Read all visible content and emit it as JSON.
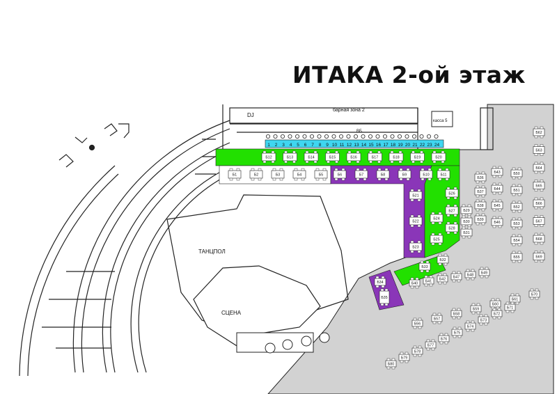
{
  "venue": {
    "title": "ИТАКА 2-ой этаж"
  },
  "zones": {
    "dj": "DJ",
    "bar": "барная зона 2",
    "cashier": "касса 5",
    "vb_row": "ВБ",
    "dancefloor": "ТАНЦПОЛ",
    "stage": "СЦЕНА"
  },
  "colors": {
    "green": "#22e000",
    "purple": "#8a36b8",
    "grey": "#d2d2d2",
    "cyan": "#3fd6f0",
    "line": "#222222"
  },
  "bar_seats": [
    "1",
    "2",
    "3",
    "4",
    "5",
    "6",
    "7",
    "8",
    "9",
    "10",
    "11",
    "12",
    "13",
    "14",
    "15",
    "16",
    "17",
    "18",
    "19",
    "20",
    "21",
    "22",
    "23",
    "24"
  ],
  "tables": {
    "green_row": [
      "Б12",
      "Б13",
      "Б14",
      "Б15",
      "Б16",
      "Б17",
      "Б18",
      "Б19",
      "Б20"
    ],
    "white_row": [
      "Б1",
      "Б2",
      "Б3",
      "Б4",
      "Б5"
    ],
    "purple_row": [
      "Б6",
      "Б7",
      "Б8",
      "Б9",
      "Б10"
    ],
    "b11": "Б11",
    "purple_col": [
      "Б21",
      "Б22",
      "Б23"
    ],
    "green_col": [
      "Б24",
      "Б25"
    ],
    "green_col2": [
      "Б26",
      "Б27",
      "Б28"
    ],
    "green_pair": [
      "Б33",
      "Б32"
    ],
    "purple_34_35": [
      "Б34",
      "Б35"
    ],
    "grey_col1": [
      "Б29",
      "Б30",
      "Б31"
    ],
    "grey_col2": [
      "Б36",
      "Б37",
      "Б38",
      "Б39"
    ],
    "grey_col3": [
      "Б43",
      "Б44",
      "Б45",
      "Б46"
    ],
    "grey_col4": [
      "Б50",
      "Б51",
      "Б52",
      "Б53",
      "Б54",
      "Б55"
    ],
    "grey_col5": [
      "Б62",
      "Б63",
      "Б64",
      "Б65",
      "Б66",
      "Б67",
      "Б68",
      "Б69"
    ],
    "grey_diag1": [
      "Б40",
      "Б41",
      "Б42",
      "Б47",
      "Б48",
      "Б49"
    ],
    "grey_diag2": [
      "Б56",
      "Б57",
      "Б58",
      "Б59",
      "Б60",
      "Б61",
      "Б70"
    ],
    "grey_diag3": [
      "Б71",
      "Б72",
      "Б73",
      "Б74",
      "Б75",
      "Б76",
      "Б77",
      "Б78",
      "Б79",
      "Б80"
    ]
  }
}
